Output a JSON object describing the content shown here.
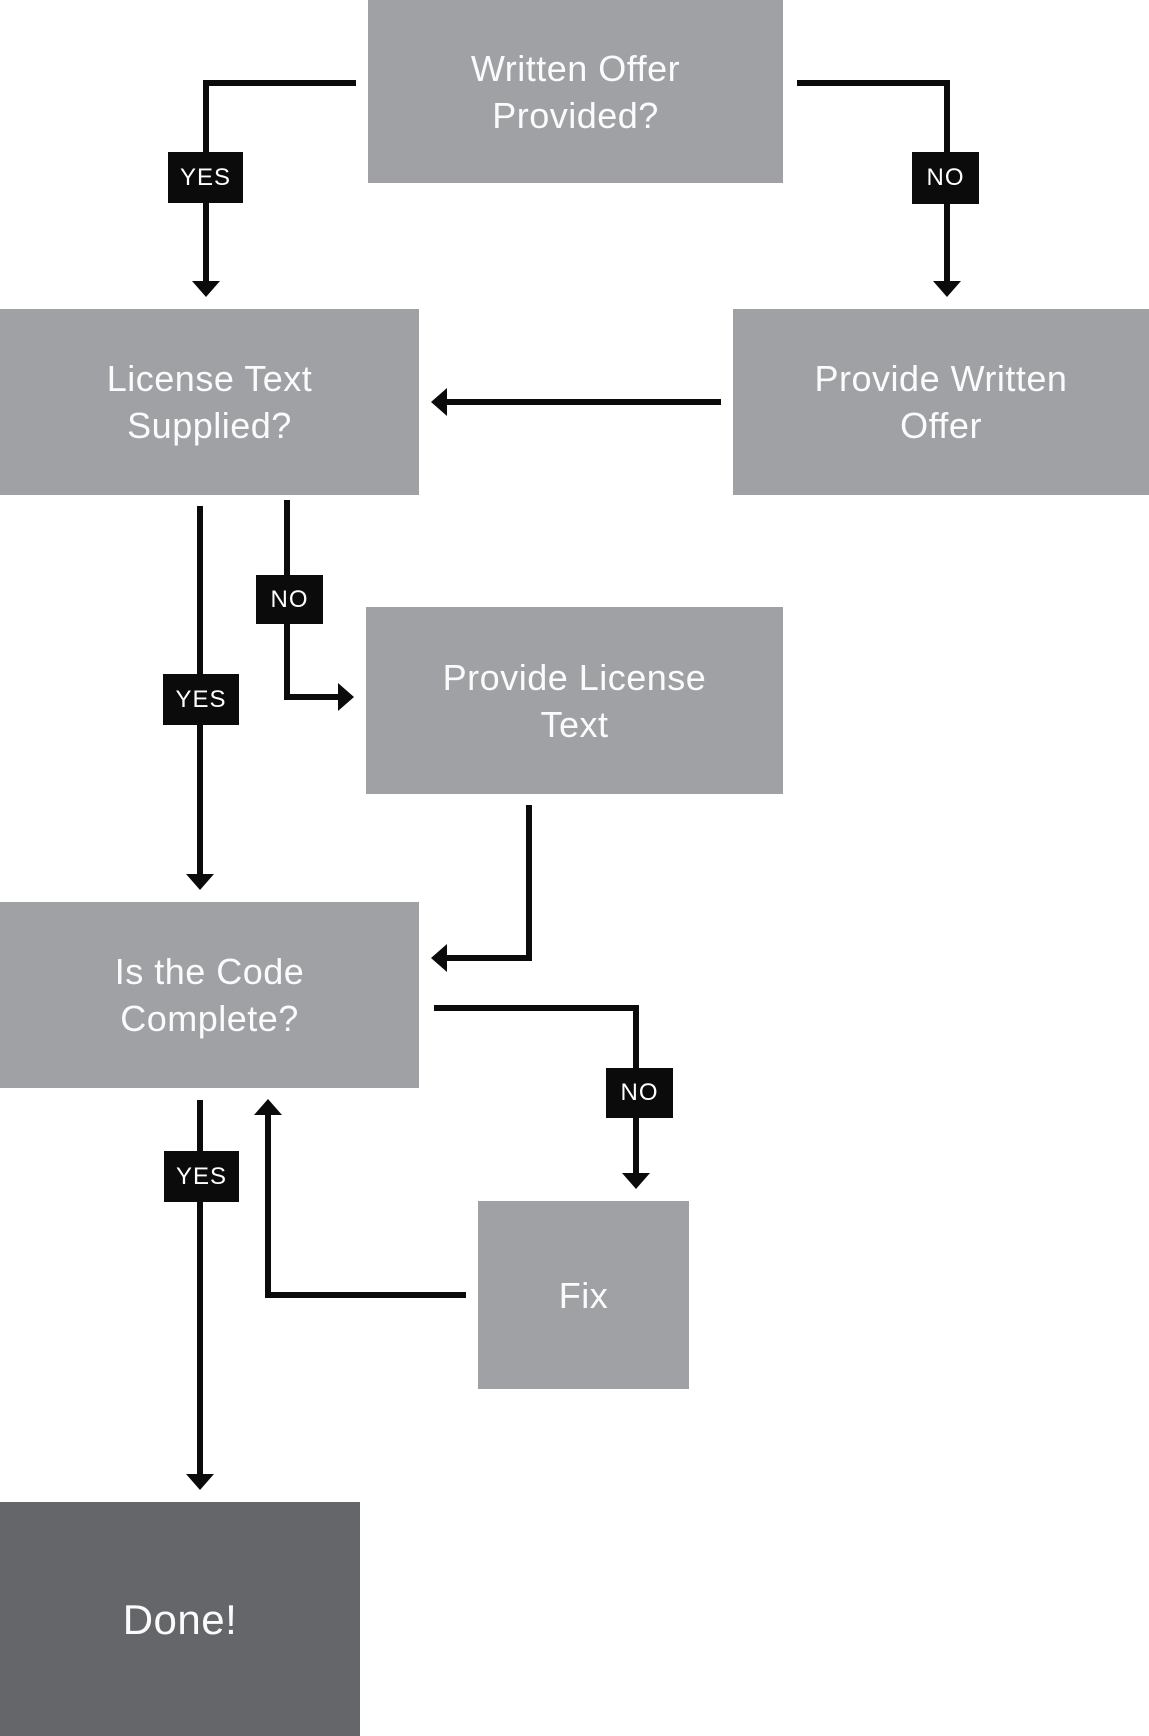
{
  "nodes": {
    "written_offer": {
      "lines": [
        "Written Offer",
        "Provided?"
      ]
    },
    "license_text": {
      "lines": [
        "License Text",
        "Supplied?"
      ]
    },
    "provide_written_offer": {
      "lines": [
        "Provide Written",
        "Offer"
      ]
    },
    "provide_license_text": {
      "lines": [
        "Provide License",
        "Text"
      ]
    },
    "is_code_complete": {
      "lines": [
        "Is the Code",
        "Complete?"
      ]
    },
    "fix": {
      "lines": [
        "Fix"
      ]
    },
    "done": {
      "lines": [
        "Done!"
      ]
    }
  },
  "edge_labels": {
    "yes1": "YES",
    "no1": "NO",
    "yes2": "YES",
    "no2": "NO",
    "yes3": "YES",
    "no3": "NO"
  },
  "colors": {
    "node_fill": "#9fa1a5",
    "done_fill": "#656669",
    "edge": "#0b0b0b",
    "label_bg": "#0b0b0b",
    "label_text": "#ffffff",
    "node_text": "#fbfbfb",
    "background": "#ffffff"
  }
}
